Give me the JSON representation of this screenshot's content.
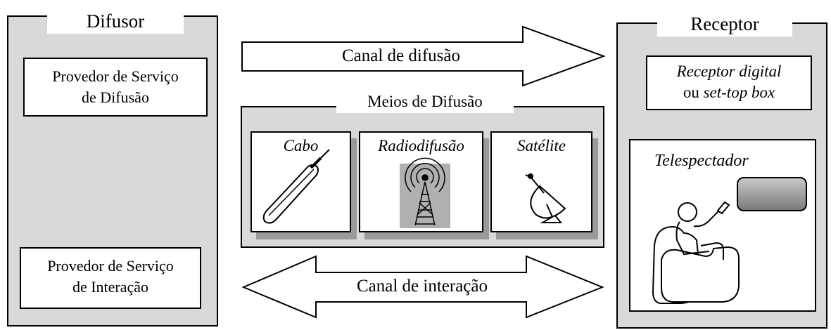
{
  "difusor": {
    "title": "Difusor",
    "broadcast_provider": [
      "Provedor de Serviço",
      "de Difusão"
    ],
    "interaction_provider": [
      "Provedor de Serviço",
      "de Interação"
    ]
  },
  "receptor": {
    "title": "Receptor",
    "device_line1": "Receptor digital",
    "device_line2_prefix": "ou ",
    "device_line2_italic": "set-top box",
    "viewer": "Telespectador"
  },
  "channels": {
    "broadcast": "Canal de difusão",
    "interaction": "Canal de interação"
  },
  "media": {
    "title": "Meios de Difusão",
    "items": [
      {
        "label": "Cabo",
        "icon": "cable-icon"
      },
      {
        "label": "Radiodifusão",
        "icon": "broadcast-tower-icon"
      },
      {
        "label": "Satélite",
        "icon": "satellite-dish-icon"
      }
    ]
  },
  "colors": {
    "panel": "#d9d9d9",
    "shadow": "#9a9a9a",
    "line": "#000000"
  }
}
